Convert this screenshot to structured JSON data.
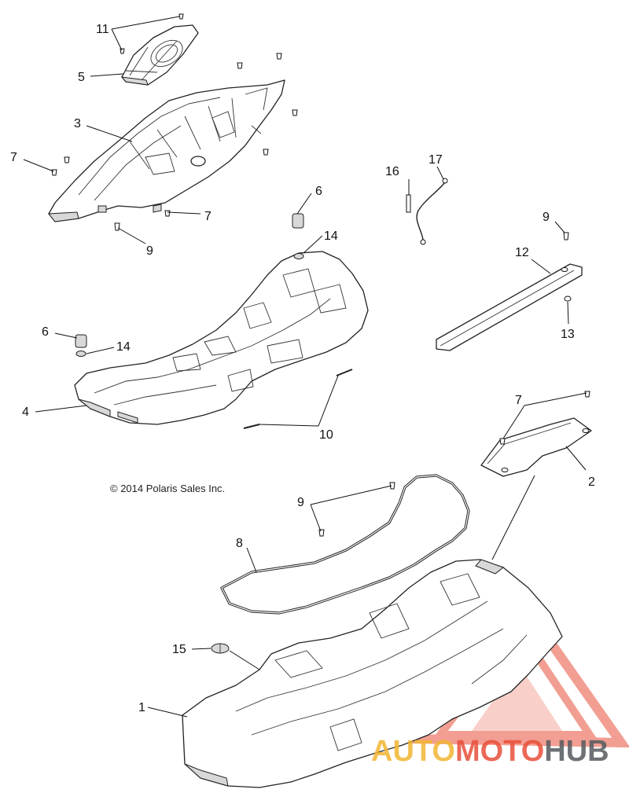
{
  "copyright": "© 2014 Polaris Sales Inc.",
  "watermark": {
    "part1": "AUTO",
    "part2": "MOTO",
    "part3": "HUB",
    "colors": {
      "auto": "#f2b632",
      "moto": "#e8503a",
      "hub": "#555a60",
      "triangle": "#e8503a"
    }
  },
  "callouts": [
    {
      "id": "c11",
      "label": "11"
    },
    {
      "id": "c5",
      "label": "5"
    },
    {
      "id": "c3",
      "label": "3"
    },
    {
      "id": "c7a",
      "label": "7"
    },
    {
      "id": "c7b",
      "label": "7"
    },
    {
      "id": "c9a",
      "label": "9"
    },
    {
      "id": "c6a",
      "label": "6"
    },
    {
      "id": "c14a",
      "label": "14"
    },
    {
      "id": "c16",
      "label": "16"
    },
    {
      "id": "c17",
      "label": "17"
    },
    {
      "id": "c9b",
      "label": "9"
    },
    {
      "id": "c12",
      "label": "12"
    },
    {
      "id": "c13",
      "label": "13"
    },
    {
      "id": "c6b",
      "label": "6"
    },
    {
      "id": "c14b",
      "label": "14"
    },
    {
      "id": "c4",
      "label": "4"
    },
    {
      "id": "c10",
      "label": "10"
    },
    {
      "id": "c7c",
      "label": "7"
    },
    {
      "id": "c2",
      "label": "2"
    },
    {
      "id": "c9c",
      "label": "9"
    },
    {
      "id": "c8",
      "label": "8"
    },
    {
      "id": "c15",
      "label": "15"
    },
    {
      "id": "c1",
      "label": "1"
    }
  ]
}
